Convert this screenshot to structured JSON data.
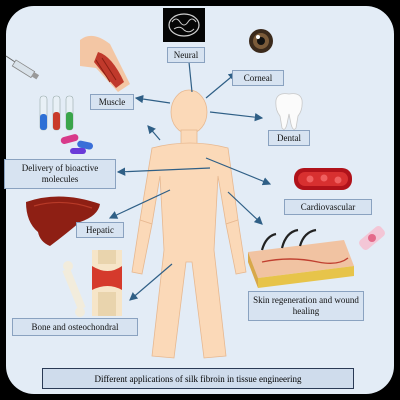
{
  "labels": {
    "neural": "Neural",
    "corneal": "Corneal",
    "muscle": "Muscle",
    "dental": "Dental",
    "delivery": "Delivery of bioactive molecules",
    "cardiovascular": "Cardiovascular",
    "hepatic": "Hepatic",
    "skin": "Skin regeneration and wound healing",
    "bone": "Bone and osteochondral"
  },
  "caption": "Different applications of silk fibroin in tissue engineering",
  "colors": {
    "background": "#e3ecf6",
    "body": "#fbd9b8",
    "arrow": "#2f5f86",
    "label_fill": "#d7e3f1",
    "label_border": "#8aa2c0"
  },
  "icons": [
    "brain-icon",
    "eye-icon",
    "muscle-arm-icon",
    "tooth-icon",
    "syringe-icon",
    "test-tubes-icon",
    "capsules-icon",
    "blood-vessel-icon",
    "liver-icon",
    "bone-icon",
    "knee-joint-icon",
    "skin-layers-icon",
    "wound-dressing-icon"
  ]
}
